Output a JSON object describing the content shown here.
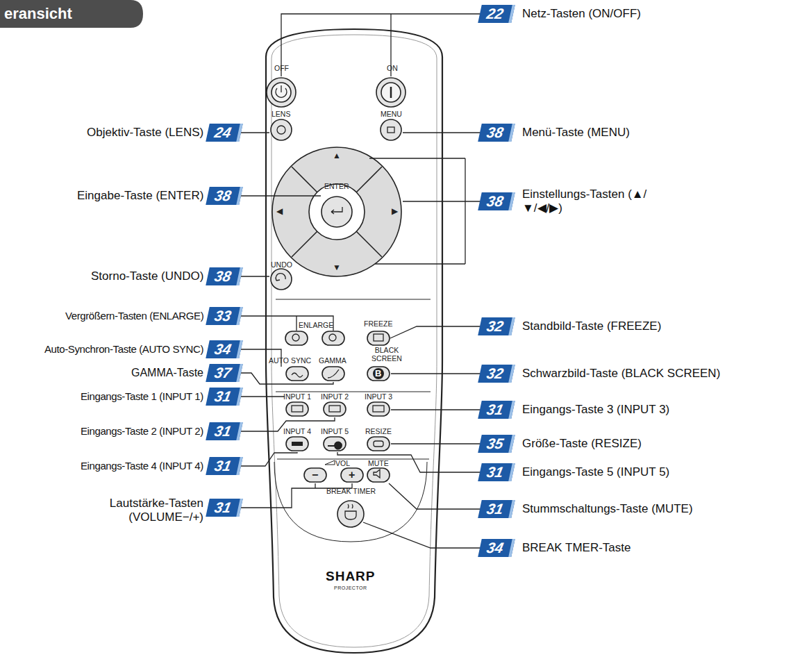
{
  "diagram": {
    "title": "eransicht",
    "labels": [
      "22",
      "Netz-Tasten (ON/OFF)",
      "38",
      "Menü-Taste (MENU)",
      "38",
      "Einstellungs-Tasten (▲/▼/◀/▶)",
      "32",
      "Standbild-Taste (FREEZE)",
      "32",
      "Schwarzbild-Taste (BLACK SCREEN)",
      "31",
      "Eingangs-Taste 3 (INPUT 3)",
      "35",
      "Größe-Taste (RESIZE)",
      "31",
      "Eingangs-Taste 5 (INPUT 5)",
      "31",
      "Stummschaltungs-Taste (MUTE)",
      "34",
      "BREAK TMER-Taste",
      "Objektiv-Taste (LENS)",
      "24",
      "Eingabe-Taste (ENTER)",
      "38",
      "Storno-Taste (UNDO)",
      "38",
      "Vergrößern-Tasten (ENLARGE)",
      "33",
      "Auto-Synchron-Taste (AUTO SYNC)",
      "34",
      "GAMMA-Taste",
      "37",
      "Eingangs-Taste 1 (INPUT 1)",
      "31",
      "Eingangs-Taste 2 (INPUT 2)",
      "31",
      "Eingangs-Taste 4 (INPUT 4)",
      "31",
      "Lautstärke-Tasten (VOLUME−/+)",
      "31",
      "OFF",
      "ON",
      "LENS",
      "MENU",
      "▲",
      "◀",
      "▶",
      "▼",
      "ENTER",
      "UNDO",
      "ENLARGE",
      "FREEZE",
      "BLACK SCREEN",
      "B",
      "AUTO SYNC",
      "GAMMA",
      "INPUT 1",
      "INPUT 2",
      "INPUT 3",
      "INPUT 4",
      "INPUT 5",
      "RESIZE",
      "VOL",
      "MUTE",
      "−",
      "+",
      "BREAK TIMER",
      "SHARP",
      "PROJECTOR"
    ]
  }
}
